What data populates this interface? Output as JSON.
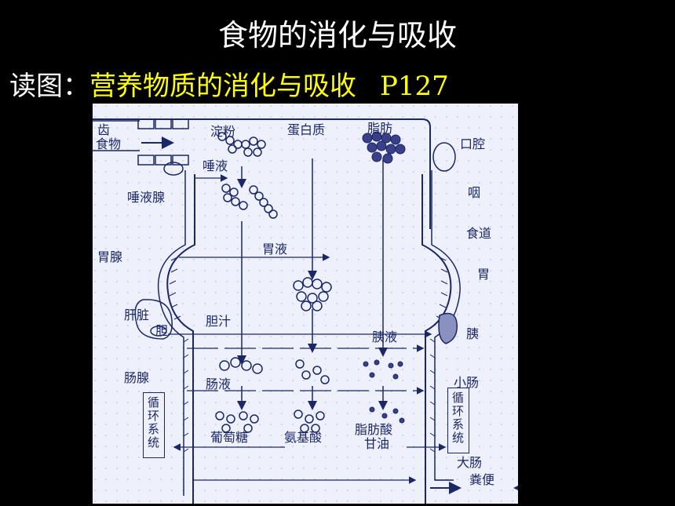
{
  "title": "食物的消化与吸收",
  "subtitle": {
    "prefix": "读图：",
    "highlight": "营养物质的消化与吸收",
    "page": "P127"
  },
  "diagram": {
    "labels": {
      "teeth": "齿",
      "food": "食物",
      "starch": "淀粉",
      "protein": "蛋白质",
      "fat": "脂肪",
      "saliva": "唾液",
      "salivary_gland": "唾液腺",
      "mouth": "口腔",
      "pharynx": "咽",
      "esophagus": "食道",
      "stomach": "胃",
      "gastric_gland": "胃腺",
      "gastric_juice": "胃液",
      "liver": "肝脏",
      "gallbladder": "胆",
      "bile": "胆汁",
      "pancreatic_juice": "胰液",
      "pancreas": "胰",
      "intestinal_gland": "肠腺",
      "intestinal_juice": "肠液",
      "small_intestine": "小肠",
      "circulation_left": "循环系统",
      "circulation_right": "循环系统",
      "glucose": "葡萄糖",
      "amino_acid": "氨基酸",
      "fatty_acid": "脂肪酸",
      "glycerol": "甘油",
      "large_intestine": "大肠",
      "feces": "粪便"
    },
    "colors": {
      "ink": "#1c2766",
      "paper": "#eef0fb",
      "highlight": "#ffff00"
    }
  }
}
